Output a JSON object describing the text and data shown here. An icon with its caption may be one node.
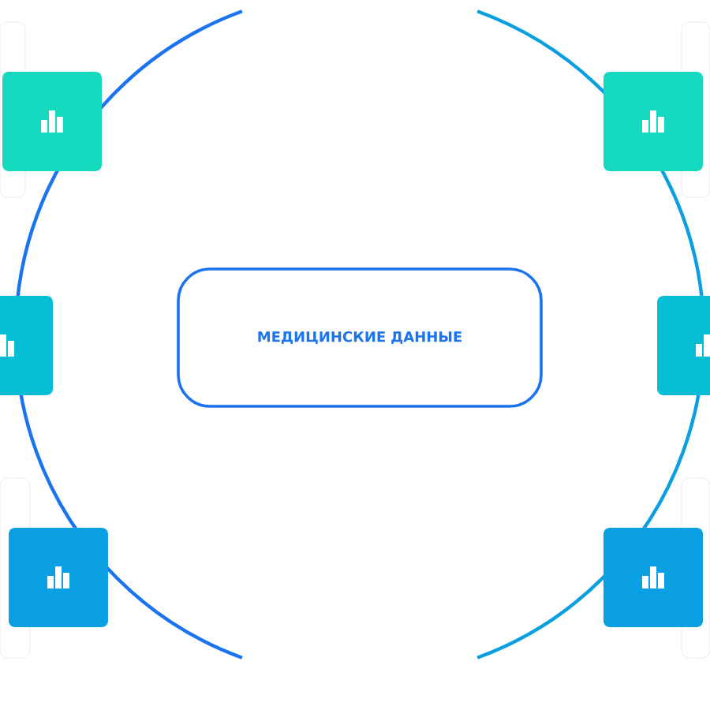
{
  "diagram": {
    "nodes": [
      {
        "text": [
          "МЕДИЦИНСКИЕ ДАННЫЕ"
        ]
      },
      {
        "text": [],
        "shape": "box"
      },
      {
        "text": [],
        "shape": "box"
      },
      {
        "text": [],
        "shape": "box"
      },
      {
        "text": [],
        "shape": "box"
      },
      {
        "text": [],
        "shape": "box"
      },
      {
        "text": [],
        "shape": "box"
      }
    ]
  }
}
